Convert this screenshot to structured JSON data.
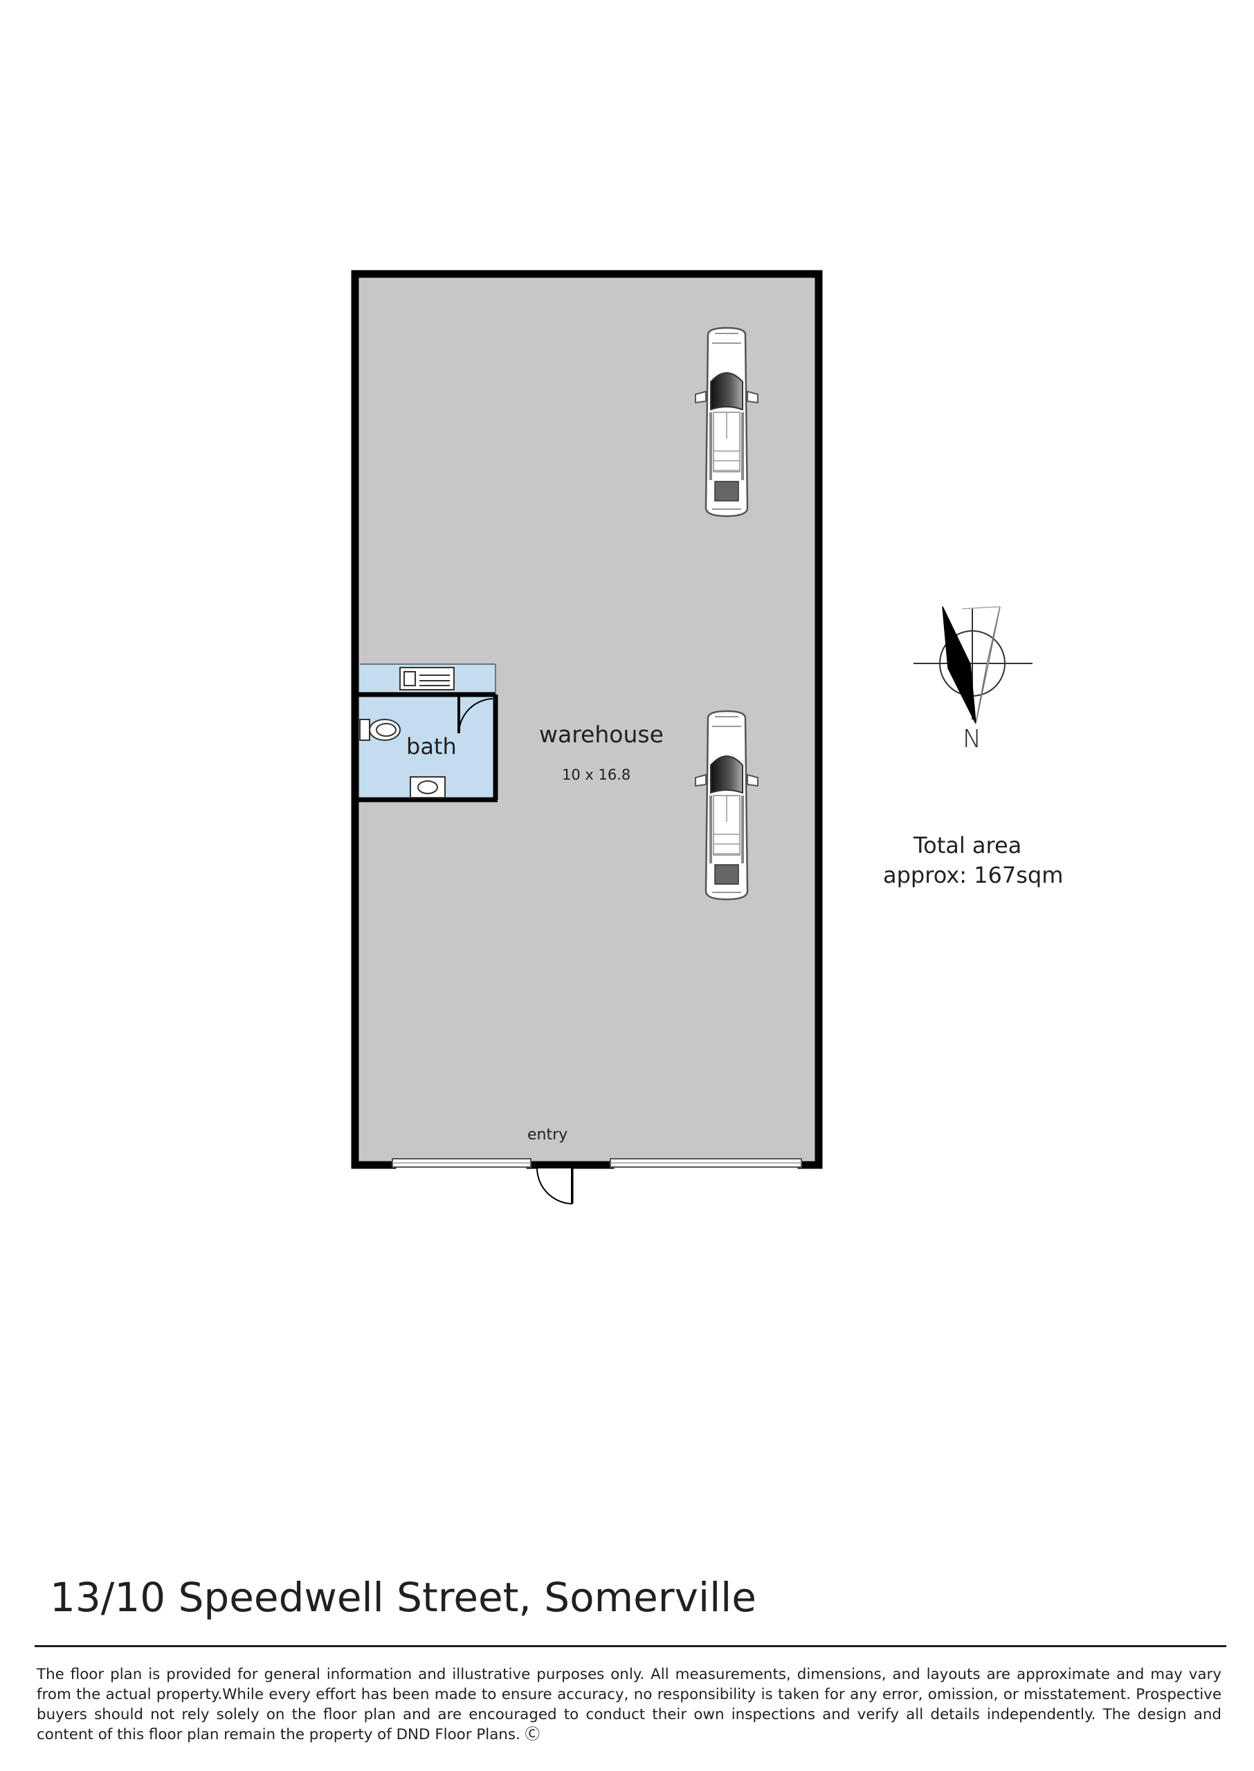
{
  "rooms": {
    "warehouse": {
      "name": "warehouse",
      "dimensions": "10 x 16.8"
    },
    "bath": {
      "name": "bath"
    },
    "entry": {
      "name": "entry"
    }
  },
  "compass": {
    "north_label": "N"
  },
  "area": {
    "line1": "Total area",
    "line2": "approx: 167sqm"
  },
  "property": {
    "address": "13/10 Speedwell Street, Somerville"
  },
  "disclaimer": "The floor plan is provided for general information and illustrative purposes only. All measurements, dimensions, and layouts are approximate and may vary from the actual property.While every effort has been made to ensure accuracy, no responsibility is taken for any error, omission, or misstatement. Prospective buyers should not rely solely on the floor plan and are encouraged to conduct their own inspections and verify all details independently. The design and content of this floor plan remain the property of DND Floor Plans. Ⓒ",
  "colors": {
    "floor": "#c8c6c9",
    "bath_floor": "#c3dcef",
    "wall": "#000000",
    "text": "#231f20"
  }
}
